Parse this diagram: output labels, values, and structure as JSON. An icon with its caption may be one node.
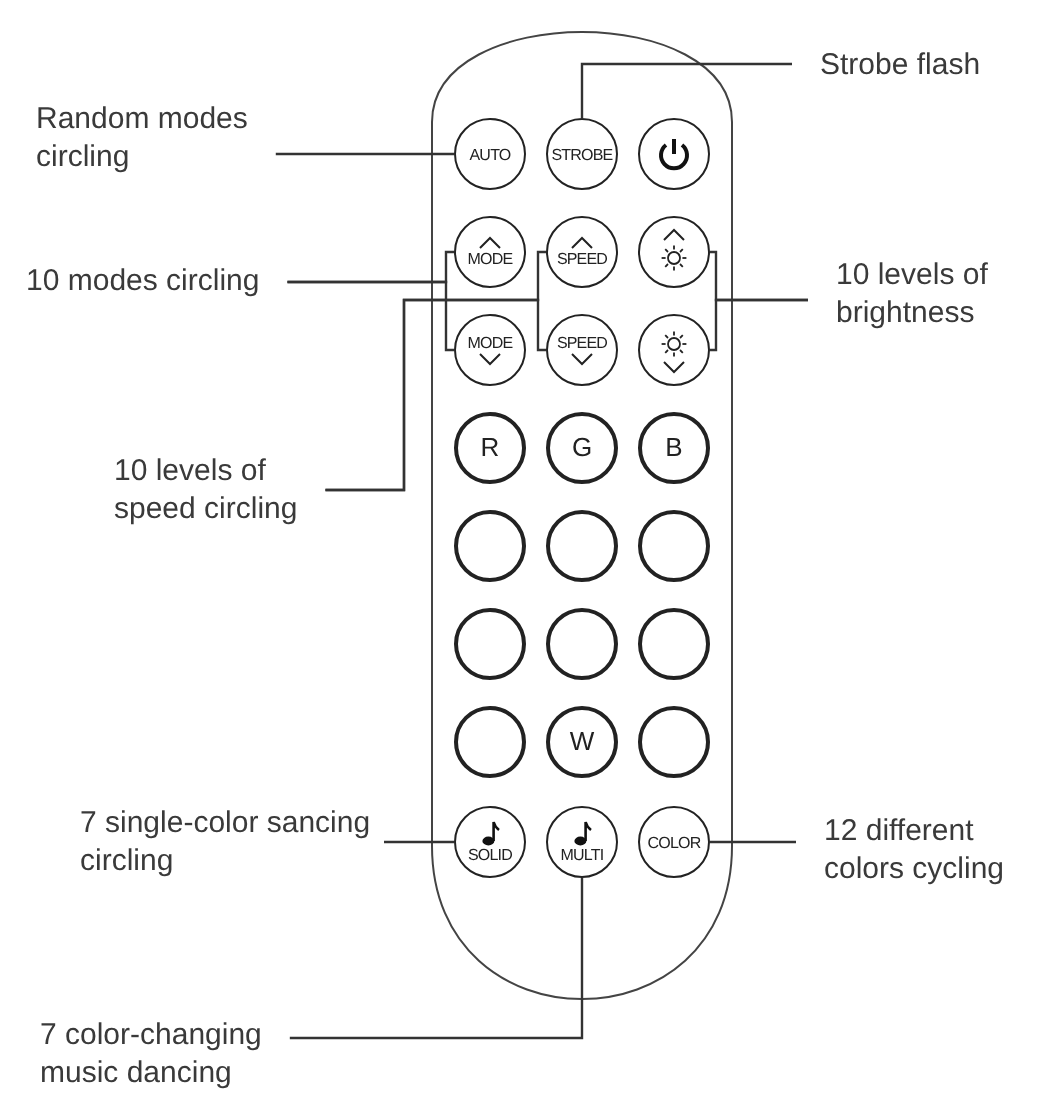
{
  "diagram": {
    "nodes": [
      {
        "text": [],
        "shape": "box"
      },
      {
        "text": [
          "AUTO"
        ],
        "in": 0
      },
      {
        "text": [
          "STROBE"
        ],
        "in": 0
      },
      {
        "text": [],
        "shape": "circle",
        "in": 0
      },
      {
        "text": [
          "MODE"
        ],
        "in": 0
      },
      {
        "text": [
          "SPEED"
        ],
        "in": 0
      },
      {
        "text": [],
        "shape": "circle",
        "in": 0
      },
      {
        "text": [
          "MODE"
        ],
        "in": 0
      },
      {
        "text": [
          "SPEED"
        ],
        "in": 0
      },
      {
        "text": [],
        "shape": "circle",
        "in": 0
      },
      {
        "text": [
          "R"
        ],
        "in": 0
      },
      {
        "text": [
          "G"
        ],
        "in": 0
      },
      {
        "text": [
          "B"
        ],
        "in": 0
      },
      {
        "text": [],
        "shape": "circle",
        "in": 0
      },
      {
        "text": [],
        "shape": "circle",
        "in": 0
      },
      {
        "text": [],
        "shape": "circle",
        "in": 0
      },
      {
        "text": [],
        "shape": "circle",
        "in": 0
      },
      {
        "text": [],
        "shape": "circle",
        "in": 0
      },
      {
        "text": [],
        "shape": "circle",
        "in": 0
      },
      {
        "text": [],
        "shape": "circle",
        "in": 0
      },
      {
        "text": [
          "W"
        ],
        "in": 0
      },
      {
        "text": [],
        "shape": "circle",
        "in": 0
      },
      {
        "text": [
          "SOLID"
        ],
        "in": 0
      },
      {
        "text": [
          "MULTI"
        ],
        "in": 0
      },
      {
        "text": [
          "COLOR"
        ],
        "in": 0
      },
      {
        "text": [
          "Strobe flash"
        ]
      },
      {
        "text": [
          "Random modes circling"
        ]
      },
      {
        "text": [
          "10 modes circling"
        ]
      },
      {
        "text": [
          "10 levels of brightness"
        ]
      },
      {
        "text": [
          "10 levels of speed circling"
        ]
      },
      {
        "text": [
          "7 single-color sancing circling"
        ]
      },
      {
        "text": [
          "12 different colors cycling"
        ]
      },
      {
        "text": [
          "7 color-changing music dancing"
        ]
      }
    ],
    "edges": [
      {
        "from": 25,
        "to": 2,
        "arrow": "none"
      },
      {
        "from": 26,
        "to": 1,
        "arrow": "none"
      },
      {
        "from": 27,
        "to": 4,
        "arrow": "none"
      },
      {
        "from": 27,
        "to": 7,
        "arrow": "none"
      },
      {
        "from": 28,
        "to": 6,
        "arrow": "none"
      },
      {
        "from": 28,
        "to": 9,
        "arrow": "none"
      },
      {
        "from": 29,
        "to": 5,
        "arrow": "none"
      },
      {
        "from": 29,
        "to": 8,
        "arrow": "none"
      },
      {
        "from": 30,
        "to": 22,
        "arrow": "none"
      },
      {
        "from": 31,
        "to": 24,
        "arrow": "none"
      },
      {
        "from": 32,
        "to": 23,
        "arrow": "none"
      }
    ]
  }
}
